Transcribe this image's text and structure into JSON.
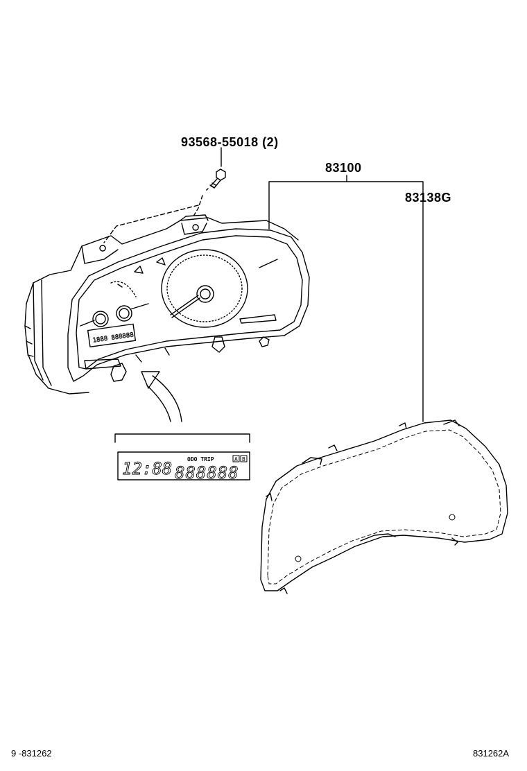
{
  "callouts": {
    "screw_part": "93568-55018 (2)",
    "assembly_part": "83100",
    "glass_part": "83138G"
  },
  "display_detail": {
    "clock_digits": "12:88",
    "odometer_digits": "888888",
    "mode_label": "ODO TRIP",
    "trip_a": "A",
    "trip_b": "B"
  },
  "inner_display": {
    "left": "1888",
    "right": "888888"
  },
  "footer": {
    "left_ref": "9 -831262",
    "right_ref": "831262A"
  }
}
